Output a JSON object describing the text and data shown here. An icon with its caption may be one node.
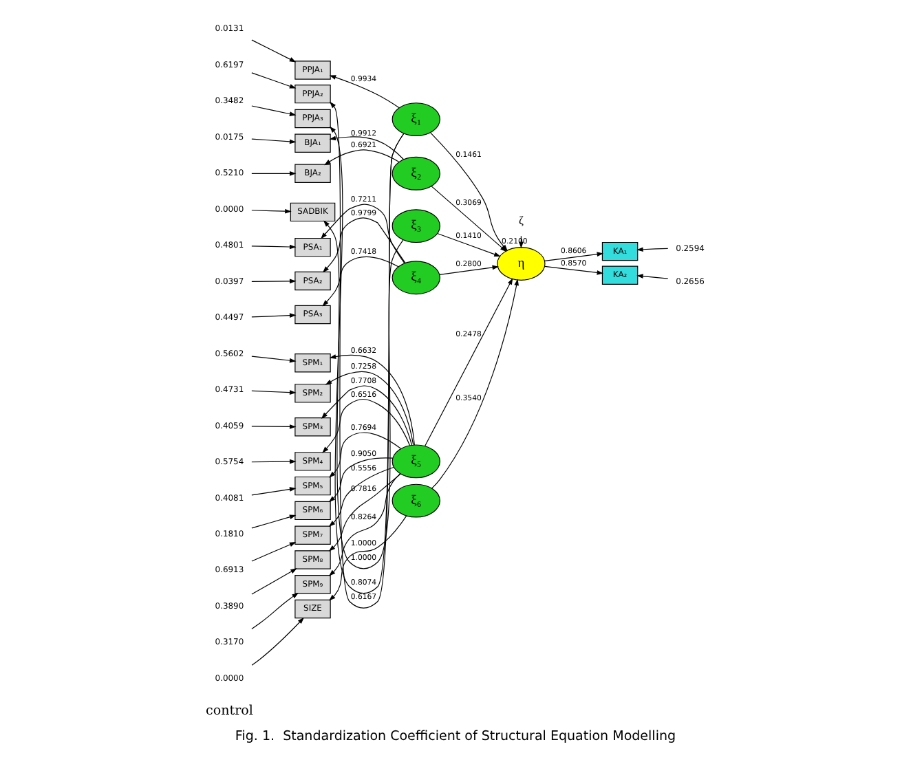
{
  "diagram": {
    "caption": "Fig. 1.  Standardization Coefficient of Structural Equation Modelling",
    "nodes": [
      {
        "text": [
          "0.0131"
        ]
      },
      {
        "text": [
          "PPJA₁"
        ]
      },
      {
        "text": [
          "0.6197"
        ]
      },
      {
        "text": [
          "PPJA₂"
        ]
      },
      {
        "text": [
          "0.3482"
        ]
      },
      {
        "text": [
          "PPJA₃"
        ]
      },
      {
        "text": [
          "0.0175"
        ]
      },
      {
        "text": [
          "BJA₁"
        ]
      },
      {
        "text": [
          "0.5210"
        ]
      },
      {
        "text": [
          "BJA₂"
        ]
      },
      {
        "text": [
          "0.0000"
        ]
      },
      {
        "text": [
          "SADBIK"
        ]
      },
      {
        "text": [
          "0.4801"
        ]
      },
      {
        "text": [
          "PSA₁"
        ]
      },
      {
        "text": [
          "0.0397"
        ]
      },
      {
        "text": [
          "PSA₂"
        ]
      },
      {
        "text": [
          "0.4497"
        ]
      },
      {
        "text": [
          "PSA₃"
        ]
      },
      {
        "text": [
          "0.5602"
        ]
      },
      {
        "text": [
          "SPM₁"
        ]
      },
      {
        "text": [
          "0.4731"
        ]
      },
      {
        "text": [
          "SPM₂"
        ]
      },
      {
        "text": [
          "0.4059"
        ]
      },
      {
        "text": [
          "SPM₃"
        ]
      },
      {
        "text": [
          "0.5754"
        ]
      },
      {
        "text": [
          "SPM₄"
        ]
      },
      {
        "text": [
          "0.4081"
        ]
      },
      {
        "text": [
          "SPM₅"
        ]
      },
      {
        "text": [
          "0.1810"
        ]
      },
      {
        "text": [
          "SPM₆"
        ]
      },
      {
        "text": [
          "0.6913"
        ]
      },
      {
        "text": [
          "SPM₇"
        ]
      },
      {
        "text": [
          "0.3890"
        ]
      },
      {
        "text": [
          "SPM₈"
        ]
      },
      {
        "text": [
          "0.3170"
        ]
      },
      {
        "text": [
          "SPM₉"
        ]
      },
      {
        "text": [
          "0.0000"
        ]
      },
      {
        "text": [
          "SIZE"
        ]
      },
      {
        "text": [
          "ξ₁"
        ]
      },
      {
        "text": [
          "ξ₂"
        ]
      },
      {
        "text": [
          "ξ₃"
        ]
      },
      {
        "text": [
          "ξ₄"
        ]
      },
      {
        "text": [
          "ξ₅"
        ]
      },
      {
        "text": [
          "ξ₆"
        ]
      },
      {
        "text": [
          "η"
        ]
      },
      {
        "text": [
          "ζ"
        ]
      },
      {
        "text": [
          "KA₁"
        ]
      },
      {
        "text": [
          "0.2594"
        ]
      },
      {
        "text": [
          "KA₂"
        ]
      },
      {
        "text": [
          "0.2656"
        ]
      }
    ],
    "edges": [
      {
        "from": 0,
        "to": 1,
        "arrow": "to"
      },
      {
        "from": 2,
        "to": 3,
        "arrow": "to"
      },
      {
        "from": 4,
        "to": 5,
        "arrow": "to"
      },
      {
        "from": 6,
        "to": 7,
        "arrow": "to"
      },
      {
        "from": 8,
        "to": 9,
        "arrow": "to"
      },
      {
        "from": 10,
        "to": 11,
        "arrow": "to"
      },
      {
        "from": 12,
        "to": 13,
        "arrow": "to"
      },
      {
        "from": 14,
        "to": 15,
        "arrow": "to"
      },
      {
        "from": 16,
        "to": 17,
        "arrow": "to"
      },
      {
        "from": 18,
        "to": 19,
        "arrow": "to"
      },
      {
        "from": 20,
        "to": 21,
        "arrow": "to"
      },
      {
        "from": 22,
        "to": 23,
        "arrow": "to"
      },
      {
        "from": 24,
        "to": 25,
        "arrow": "to"
      },
      {
        "from": 26,
        "to": 27,
        "arrow": "to"
      },
      {
        "from": 28,
        "to": 29,
        "arrow": "to"
      },
      {
        "from": 30,
        "to": 31,
        "arrow": "to"
      },
      {
        "from": 32,
        "to": 33,
        "arrow": "to"
      },
      {
        "from": 34,
        "to": 35,
        "arrow": "to"
      },
      {
        "from": 36,
        "to": 37,
        "arrow": "to"
      },
      {
        "from": 38,
        "to": 1,
        "arrow": "to",
        "label": "0.9934"
      },
      {
        "from": 38,
        "to": 3,
        "arrow": "to",
        "label": "0.6167"
      },
      {
        "from": 38,
        "to": 5,
        "arrow": "to",
        "label": "0.8074"
      },
      {
        "from": 39,
        "to": 7,
        "arrow": "to",
        "label": "0.9912"
      },
      {
        "from": 39,
        "to": 9,
        "arrow": "to",
        "label": "0.6921"
      },
      {
        "from": 40,
        "to": 11,
        "arrow": "to",
        "label": "1.0000"
      },
      {
        "from": 41,
        "to": 13,
        "arrow": "to",
        "label": "0.7211"
      },
      {
        "from": 41,
        "to": 15,
        "arrow": "to",
        "label": "0.9799"
      },
      {
        "from": 41,
        "to": 17,
        "arrow": "to",
        "label": "0.7418"
      },
      {
        "from": 42,
        "to": 19,
        "arrow": "to",
        "label": "0.6632"
      },
      {
        "from": 42,
        "to": 21,
        "arrow": "to",
        "label": "0.7258"
      },
      {
        "from": 42,
        "to": 23,
        "arrow": "to",
        "label": "0.7708"
      },
      {
        "from": 42,
        "to": 25,
        "arrow": "to",
        "label": "0.6516"
      },
      {
        "from": 42,
        "to": 27,
        "arrow": "to",
        "label": "0.7694"
      },
      {
        "from": 42,
        "to": 29,
        "arrow": "to",
        "label": "0.9050"
      },
      {
        "from": 42,
        "to": 31,
        "arrow": "to",
        "label": "0.5556"
      },
      {
        "from": 42,
        "to": 33,
        "arrow": "to",
        "label": "0.7816"
      },
      {
        "from": 42,
        "to": 35,
        "arrow": "to",
        "label": "0.8264"
      },
      {
        "from": 43,
        "to": 37,
        "arrow": "to",
        "label": "1.0000"
      },
      {
        "from": 38,
        "to": 44,
        "arrow": "to",
        "label": "0.1461"
      },
      {
        "from": 39,
        "to": 44,
        "arrow": "to",
        "label": "0.3069"
      },
      {
        "from": 40,
        "to": 44,
        "arrow": "to",
        "label": "0.1410"
      },
      {
        "from": 41,
        "to": 44,
        "arrow": "to",
        "label": "0.2800"
      },
      {
        "from": 42,
        "to": 44,
        "arrow": "to",
        "label": "0.2478"
      },
      {
        "from": 43,
        "to": 44,
        "arrow": "to",
        "label": "0.3540"
      },
      {
        "from": 45,
        "to": 44,
        "arrow": "to",
        "label": "0.2100"
      },
      {
        "from": 44,
        "to": 46,
        "arrow": "to",
        "label": "0.8606"
      },
      {
        "from": 44,
        "to": 48,
        "arrow": "to",
        "label": "0.8570"
      },
      {
        "from": 47,
        "to": 46,
        "arrow": "to"
      },
      {
        "from": 49,
        "to": 48,
        "arrow": "to"
      }
    ],
    "labels": [
      "control"
    ]
  }
}
